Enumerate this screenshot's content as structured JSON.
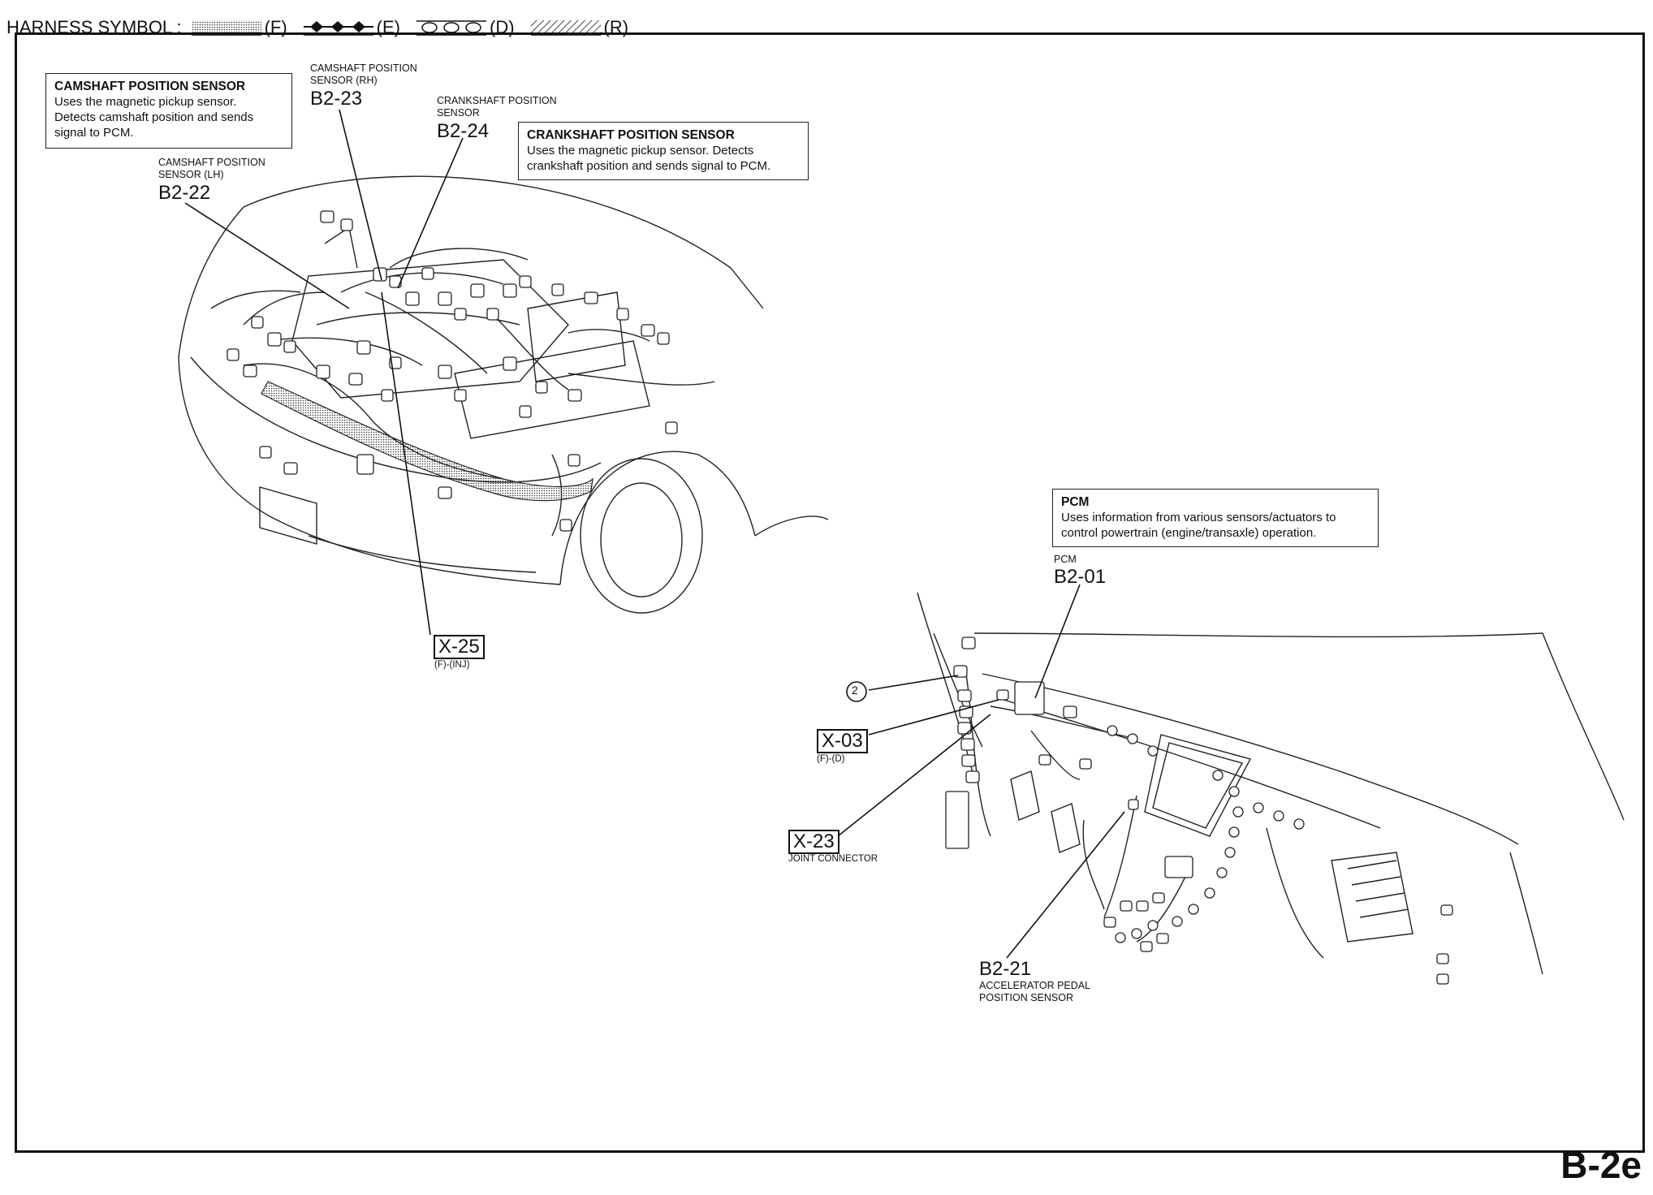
{
  "header": {
    "label": "HARNESS SYMBOL :",
    "symbols": [
      {
        "code": "(F)",
        "icon": "dotted-pattern-icon"
      },
      {
        "code": "(E)",
        "icon": "diamonds-icon"
      },
      {
        "code": "(D)",
        "icon": "circles-icon"
      },
      {
        "code": "(R)",
        "icon": "hatched-pattern-icon"
      }
    ]
  },
  "callouts": {
    "camshaft": {
      "title": "CAMSHAFT POSITION SENSOR",
      "lines": [
        "Uses the magnetic pickup sensor.",
        "Detects camshaft position and sends",
        "signal to PCM."
      ]
    },
    "crankshaft": {
      "title": "CRANKSHAFT POSITION SENSOR",
      "lines": [
        "Uses the magnetic pickup sensor. Detects",
        "crankshaft position and sends signal to PCM."
      ]
    },
    "pcm": {
      "title": "PCM",
      "lines": [
        "Uses information from various sensors/actuators to",
        "control powertrain (engine/transaxle) operation."
      ]
    }
  },
  "labels": {
    "cmp_rh": {
      "caption": [
        "CAMSHAFT POSITION",
        "SENSOR (RH)"
      ],
      "code": "B2-23"
    },
    "ckp": {
      "caption": [
        "CRANKSHAFT POSITION",
        "SENSOR"
      ],
      "code": "B2-24"
    },
    "cmp_lh": {
      "caption": [
        "CAMSHAFT POSITION",
        "SENSOR (LH)"
      ],
      "code": "B2-22"
    },
    "x25": {
      "code": "X-25",
      "sub": "(F)-(INJ)"
    },
    "pcm": {
      "caption": [
        "PCM"
      ],
      "code": "B2-01"
    },
    "ground": {
      "code": "2"
    },
    "x03": {
      "code": "X-03",
      "sub": "(F)-(D)"
    },
    "x23": {
      "code": "X-23",
      "sub": "JOINT CONNECTOR"
    },
    "app": {
      "code": "B2-21",
      "caption": [
        "ACCELERATOR PEDAL",
        "POSITION SENSOR"
      ]
    }
  },
  "page": "B-2e"
}
